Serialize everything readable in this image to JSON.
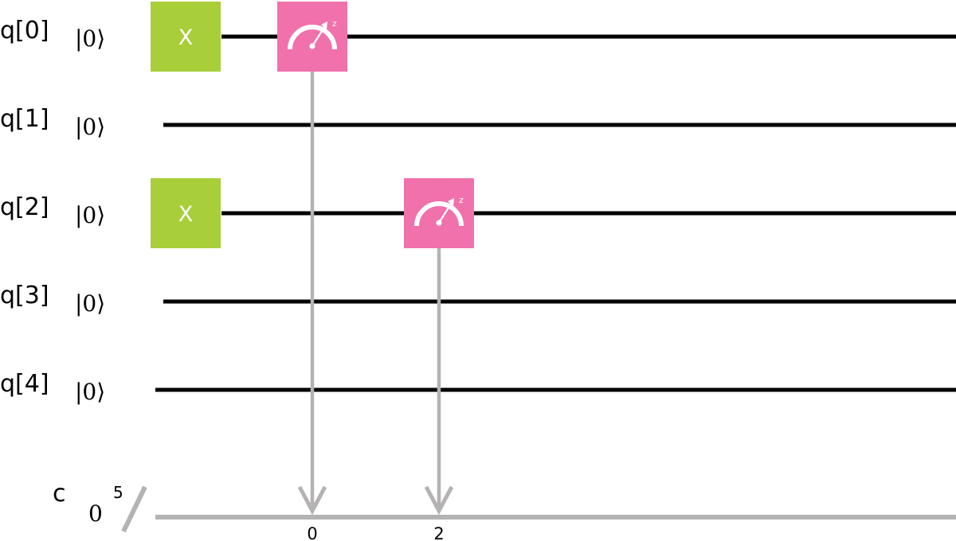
{
  "colors": {
    "wire": "#000000",
    "classical_wire": "#b4b2b2",
    "x_gate": "#a8ce3a",
    "measure_gate": "#f071ab",
    "gate_text": "#ffffff"
  },
  "qubits": [
    {
      "label": "q[0]",
      "init": "|0⟩"
    },
    {
      "label": "q[1]",
      "init": "|0⟩"
    },
    {
      "label": "q[2]",
      "init": "|0⟩"
    },
    {
      "label": "q[3]",
      "init": "|0⟩"
    },
    {
      "label": "q[4]",
      "init": "|0⟩"
    }
  ],
  "classical_register": {
    "label": "c",
    "init": "0",
    "width": "5"
  },
  "gates": [
    {
      "type": "X",
      "label": "X",
      "qubit": 0,
      "step": 0
    },
    {
      "type": "X",
      "label": "X",
      "qubit": 2,
      "step": 0
    },
    {
      "type": "measure",
      "qubit": 0,
      "step": 1,
      "cbit": "0",
      "basis": "z",
      "icon": "meter-icon"
    },
    {
      "type": "measure",
      "qubit": 2,
      "step": 2,
      "cbit": "2",
      "basis": "z",
      "icon": "meter-icon"
    }
  ]
}
